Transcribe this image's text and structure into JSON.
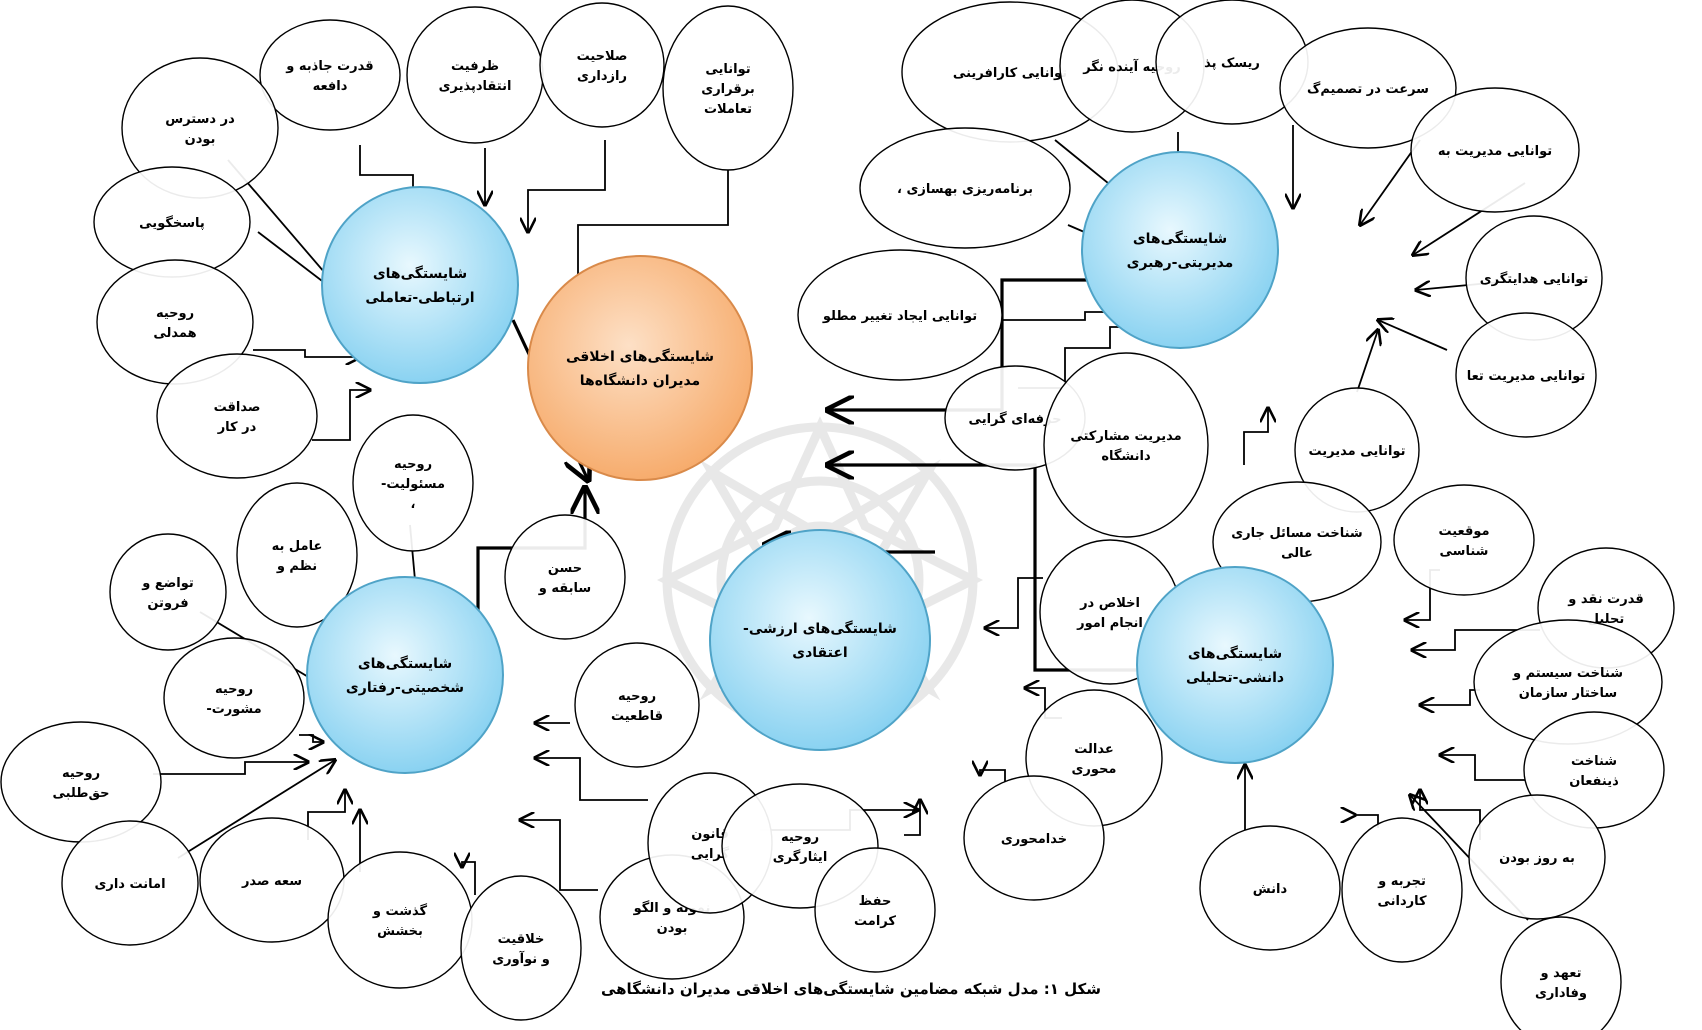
{
  "figure": {
    "caption": "شکل ۱: مدل شبکه مضامین شایستگی‌های اخلاقی مدیران دانشگاهی",
    "colors": {
      "core_fill": "#f7b27a",
      "core_stroke": "#d98a4a",
      "theme_fill": "#8fd6f2",
      "theme_stroke": "#4fa3c7",
      "node_stroke": "#000000",
      "arrow": "#000000"
    },
    "watermark_icon": "geometric-rosette-logo"
  },
  "core": {
    "title": "شایستگی‌های اخلاقی",
    "subtitle": "مدیران دانشگاه‌ها"
  },
  "themes": [
    {
      "id": "t1",
      "lines": [
        "شایستگی‌های",
        "ارتباطی-تعاملی"
      ]
    },
    {
      "id": "t2",
      "lines": [
        "شایستگی‌های",
        "مدیریتی-رهبری"
      ]
    },
    {
      "id": "t3",
      "lines": [
        "شایستگی‌های",
        "شخصیتی-رفتاری"
      ]
    },
    {
      "id": "t4",
      "lines": [
        "شایستگی‌های ارزشی-",
        "اعتقادی"
      ]
    },
    {
      "id": "t5",
      "lines": [
        "شایستگی‌های",
        "دانشی-تحلیلی"
      ]
    }
  ],
  "nodes": [
    {
      "id": "n1",
      "theme": "t1",
      "lines": [
        "قدرت جاذبه و",
        "دافعه"
      ]
    },
    {
      "id": "n2",
      "theme": "t1",
      "lines": [
        "ظرفیت",
        "انتقادپذیری"
      ]
    },
    {
      "id": "n3",
      "theme": "t1",
      "lines": [
        "صلاحیت",
        "رازداری"
      ]
    },
    {
      "id": "n4",
      "theme": "t1",
      "lines": [
        "توانایی",
        "برقراری",
        "تعاملات"
      ]
    },
    {
      "id": "n5",
      "theme": "t1",
      "lines": [
        "در دسترس",
        "بودن"
      ]
    },
    {
      "id": "n6",
      "theme": "t1",
      "lines": [
        "پاسخگویی"
      ]
    },
    {
      "id": "n7",
      "theme": "t1",
      "lines": [
        "روحیه",
        "همدلی"
      ]
    },
    {
      "id": "n8",
      "theme": "t1",
      "lines": [
        "صداقت",
        "در کار"
      ]
    },
    {
      "id": "n9",
      "theme": "t2",
      "lines": [
        "توانایی کارافرینی"
      ]
    },
    {
      "id": "n10",
      "theme": "t2",
      "lines": [
        "روحیه آینده نگر"
      ]
    },
    {
      "id": "n11",
      "theme": "t2",
      "lines": [
        "ریسک پذ"
      ]
    },
    {
      "id": "n12",
      "theme": "t2",
      "lines": [
        "سرعت در تصمیم‌گ"
      ]
    },
    {
      "id": "n13",
      "theme": "t2",
      "lines": [
        "توانایی مدیریت به"
      ]
    },
    {
      "id": "n14",
      "theme": "t2",
      "lines": [
        "برنامه‌ریزی بهسازی ،"
      ]
    },
    {
      "id": "n15",
      "theme": "t2",
      "lines": [
        "توانایی هدایتگری"
      ]
    },
    {
      "id": "n16",
      "theme": "t2",
      "lines": [
        "توانایی ایجاد تغییر مطلو"
      ]
    },
    {
      "id": "n17",
      "theme": "t2",
      "lines": [
        "توانایی مدیریت تعا"
      ]
    },
    {
      "id": "n18",
      "theme": "t2",
      "lines": [
        "حرفه‌ای گرایی"
      ]
    },
    {
      "id": "n19",
      "theme": "t2",
      "lines": [
        "مدیریت مشارکتی",
        "دانشگاه"
      ]
    },
    {
      "id": "n20",
      "theme": "t2",
      "lines": [
        "توانایی مدیریت"
      ]
    },
    {
      "id": "n21",
      "theme": "t3",
      "lines": [
        "روحیه",
        "مسئولیت-",
        "،"
      ]
    },
    {
      "id": "n22",
      "theme": "t3",
      "lines": [
        "عامل به",
        "نظم و"
      ]
    },
    {
      "id": "n23",
      "theme": "t3",
      "lines": [
        "تواضع و",
        "فروتن"
      ]
    },
    {
      "id": "n24",
      "theme": "t3",
      "lines": [
        "حسن",
        "سابقه و"
      ]
    },
    {
      "id": "n25",
      "theme": "t3",
      "lines": [
        "روحیه",
        "مشورت-"
      ]
    },
    {
      "id": "n26",
      "theme": "t3",
      "lines": [
        "روحیه",
        "قاطعیت"
      ]
    },
    {
      "id": "n27",
      "theme": "t3",
      "lines": [
        "روحیه",
        "حق‌طلبی"
      ]
    },
    {
      "id": "n28",
      "theme": "t3",
      "lines": [
        "امانت داری"
      ]
    },
    {
      "id": "n29",
      "theme": "t3",
      "lines": [
        "سعه صدر"
      ]
    },
    {
      "id": "n30",
      "theme": "t3",
      "lines": [
        "گذشت و",
        "بخشش"
      ]
    },
    {
      "id": "n31",
      "theme": "t3",
      "lines": [
        "خلاقیت",
        "و نوآوری"
      ]
    },
    {
      "id": "n32",
      "theme": "t3",
      "lines": [
        "نمونه و الگو",
        "بودن"
      ]
    },
    {
      "id": "n33",
      "theme": "t4",
      "lines": [
        "اخلاص در",
        "انجام امور"
      ]
    },
    {
      "id": "n34",
      "theme": "t4",
      "lines": [
        "عدالت",
        "محوری"
      ]
    },
    {
      "id": "n35",
      "theme": "t4",
      "lines": [
        "خدامحوری"
      ]
    },
    {
      "id": "n36",
      "theme": "t4",
      "lines": [
        "قانون",
        "گرایی"
      ]
    },
    {
      "id": "n37",
      "theme": "t4",
      "lines": [
        "روحیه",
        "ایثارگری"
      ]
    },
    {
      "id": "n38",
      "theme": "t4",
      "lines": [
        "حفظ",
        "کرامت"
      ]
    },
    {
      "id": "n39",
      "theme": "t5",
      "lines": [
        "شناخت مسائل جاری",
        "عالی"
      ]
    },
    {
      "id": "n40",
      "theme": "t5",
      "lines": [
        "موقعیت",
        "شناسی"
      ]
    },
    {
      "id": "n41",
      "theme": "t5",
      "lines": [
        "قدرت نقد و",
        "تحلیل"
      ]
    },
    {
      "id": "n42",
      "theme": "t5",
      "lines": [
        "شناخت سیستم و",
        "ساختار سازمان"
      ]
    },
    {
      "id": "n43",
      "theme": "t5",
      "lines": [
        "شناخت",
        "ذینفعان"
      ]
    },
    {
      "id": "n44",
      "theme": "t5",
      "lines": [
        "به روز بودن"
      ]
    },
    {
      "id": "n45",
      "theme": "t5",
      "lines": [
        "دانش"
      ]
    },
    {
      "id": "n46",
      "theme": "t5",
      "lines": [
        "تجربه و",
        "کاردانی"
      ]
    },
    {
      "id": "n47",
      "theme": "t5",
      "lines": [
        "تعهد و",
        "وفاداری"
      ]
    }
  ]
}
